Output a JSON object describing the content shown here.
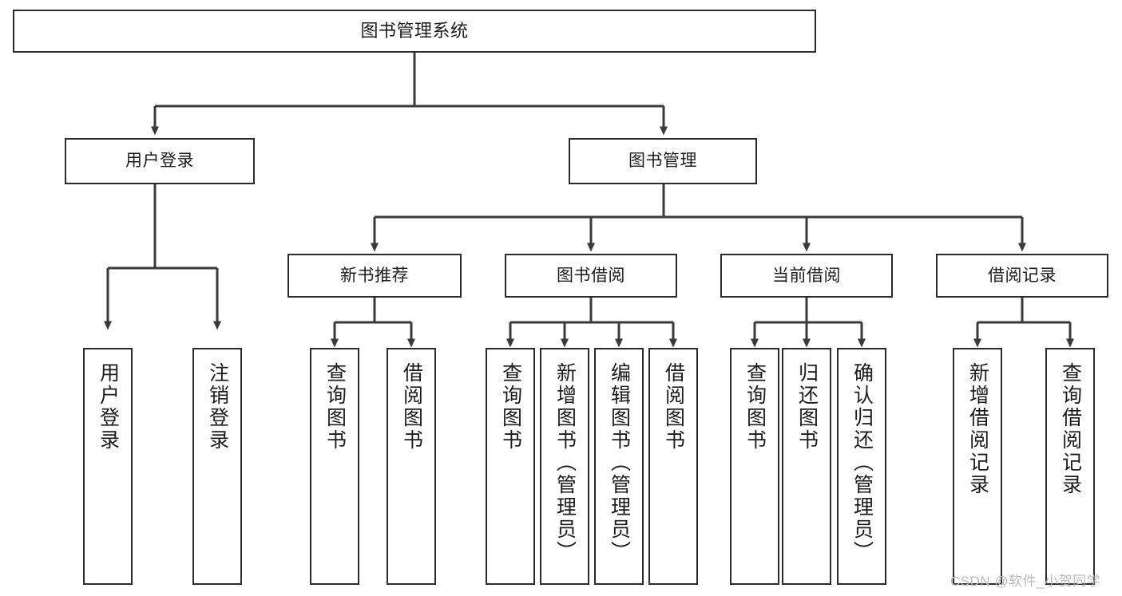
{
  "diagram": {
    "title": "图书管理系统",
    "type": "hierarchy-tree",
    "colors": {
      "box_border": "#2b2b2b",
      "box_fill": "#ffffff",
      "connector": "#3a3a3a",
      "background": "#ffffff",
      "watermark": "#b9b9b9"
    },
    "levels": {
      "level1": "root",
      "level2": "modules",
      "level3": "sub-modules",
      "level4": "functions"
    }
  },
  "nodes": {
    "root": {
      "label": "图书管理系统"
    },
    "level2": [
      {
        "id": "user-login",
        "label": "用户登录"
      },
      {
        "id": "book-manage",
        "label": "图书管理"
      }
    ],
    "level3": [
      {
        "id": "new-book-recommend",
        "label": "新书推荐"
      },
      {
        "id": "book-borrow",
        "label": "图书借阅"
      },
      {
        "id": "current-borrow",
        "label": "当前借阅"
      },
      {
        "id": "borrow-record",
        "label": "借阅记录"
      }
    ],
    "leaves": {
      "user_login": [
        {
          "id": "leaf-user-login",
          "label": "用户登录"
        },
        {
          "id": "leaf-logout-login",
          "label": "注销登录"
        }
      ],
      "new_book_recommend": [
        {
          "id": "leaf-query-book-1",
          "label": "查询图书"
        },
        {
          "id": "leaf-borrow-book-1",
          "label": "借阅图书"
        }
      ],
      "book_borrow": [
        {
          "id": "leaf-query-book-2",
          "label": "查询图书"
        },
        {
          "id": "leaf-add-book",
          "label": "新增图书（管理员）"
        },
        {
          "id": "leaf-edit-book",
          "label": "编辑图书（管理员）"
        },
        {
          "id": "leaf-borrow-book-2",
          "label": "借阅图书"
        }
      ],
      "current_borrow": [
        {
          "id": "leaf-query-book-3",
          "label": "查询图书"
        },
        {
          "id": "leaf-return-book",
          "label": "归还图书"
        },
        {
          "id": "leaf-confirm-return",
          "label": "确认归还（管理员）"
        }
      ],
      "borrow_record": [
        {
          "id": "leaf-add-record",
          "label": "新增借阅记录"
        },
        {
          "id": "leaf-query-record",
          "label": "查询借阅记录"
        }
      ]
    }
  },
  "watermark": {
    "text": "CSDN @软件_小贺同学"
  }
}
